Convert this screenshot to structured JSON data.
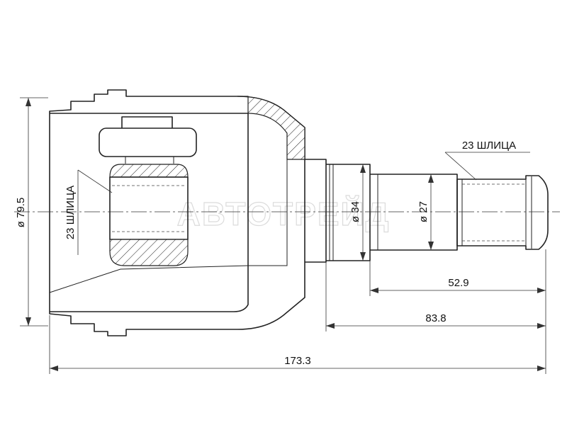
{
  "watermark": "АВТОТРЕЙД",
  "dimensions": {
    "outer_diameter": "ø 79.5",
    "shaft_diameter_1": "ø 34",
    "shaft_diameter_2": "ø 27",
    "length_stub": "52.9",
    "length_shaft": "83.8",
    "length_total": "173.3"
  },
  "labels": {
    "inner_splines": "23 ШЛИЦА",
    "outer_splines": "23 ШЛИЦА"
  },
  "colors": {
    "line": "#222222",
    "background": "#ffffff"
  }
}
